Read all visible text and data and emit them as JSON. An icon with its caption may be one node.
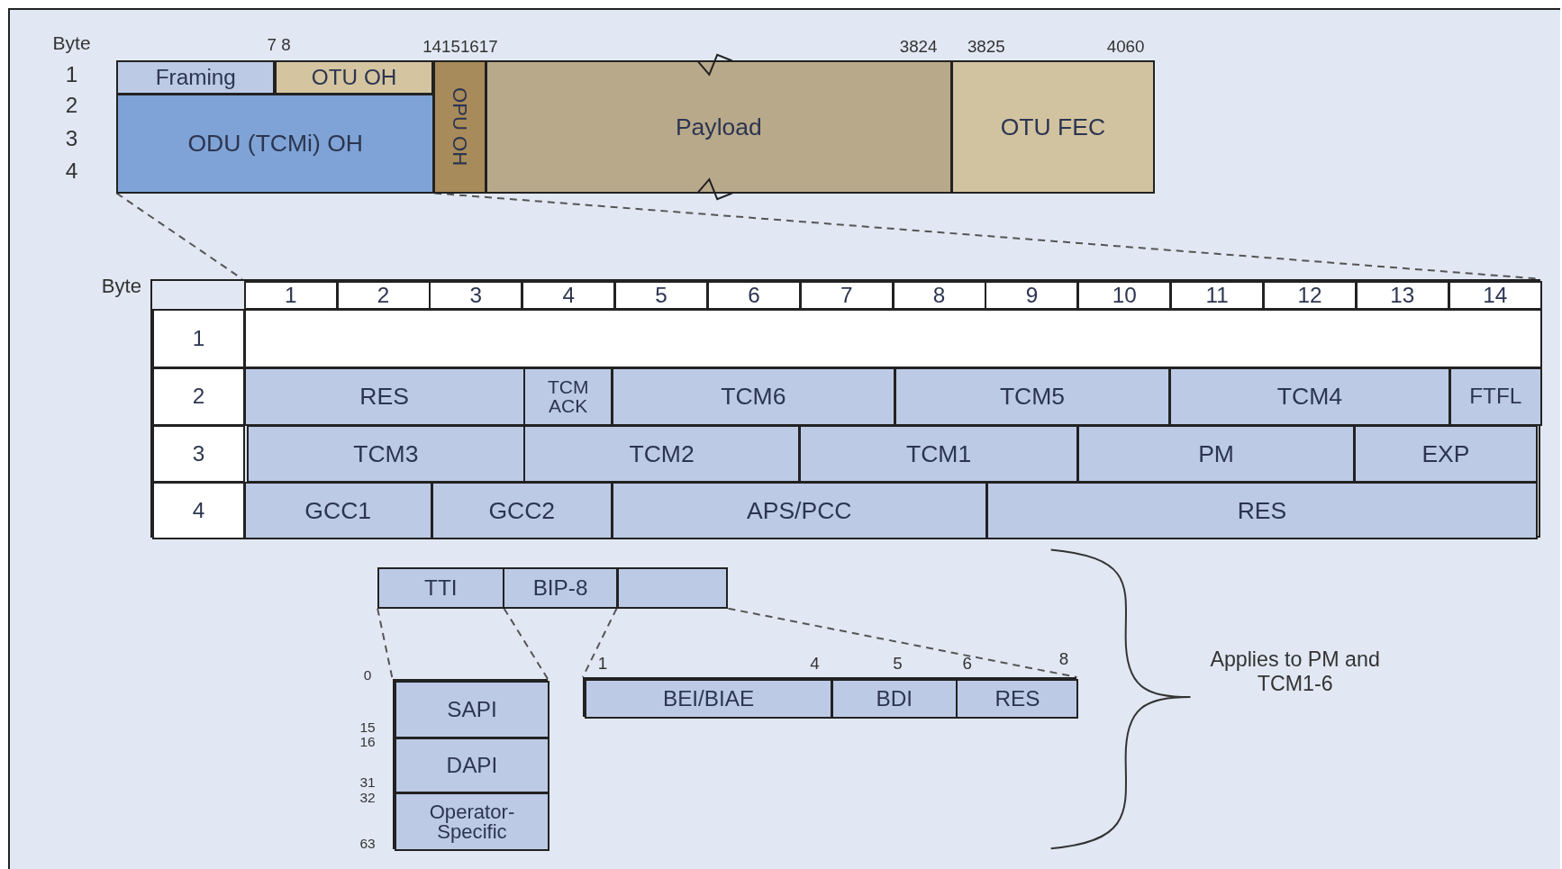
{
  "diagram": {
    "nodes": [
      {
        "text": [
          "Framing"
        ]
      },
      {
        "text": [
          "OTU OH"
        ]
      },
      {
        "text": [
          "ODU (TCMi) OH"
        ]
      },
      {
        "text": [
          "OPU OH"
        ]
      },
      {
        "text": [
          "Payload"
        ]
      },
      {
        "text": [
          "OTU FEC"
        ]
      },
      {
        "text": [],
        "shape": "box"
      },
      {
        "text": [
          "1"
        ],
        "in": 6
      },
      {
        "text": [
          "2"
        ],
        "in": 6
      },
      {
        "text": [
          "3"
        ],
        "in": 6
      },
      {
        "text": [
          "4"
        ],
        "in": 6
      },
      {
        "text": [
          "5"
        ],
        "in": 6
      },
      {
        "text": [
          "6"
        ],
        "in": 6
      },
      {
        "text": [
          "7"
        ],
        "in": 6
      },
      {
        "text": [
          "8"
        ],
        "in": 6
      },
      {
        "text": [
          "9"
        ],
        "in": 6
      },
      {
        "text": [
          "10"
        ],
        "in": 6
      },
      {
        "text": [
          "11"
        ],
        "in": 6
      },
      {
        "text": [
          "12"
        ],
        "in": 6
      },
      {
        "text": [
          "13"
        ],
        "in": 6
      },
      {
        "text": [
          "14"
        ],
        "in": 6
      },
      {
        "text": [
          "1"
        ],
        "in": 6
      },
      {
        "text": [],
        "shape": "box",
        "in": 6
      },
      {
        "text": [
          "2"
        ],
        "in": 6
      },
      {
        "text": [
          "RES"
        ],
        "in": 6
      },
      {
        "text": [
          "TCM ACK"
        ],
        "in": 6
      },
      {
        "text": [
          "TCM6"
        ],
        "in": 6
      },
      {
        "text": [
          "TCM5"
        ],
        "in": 6
      },
      {
        "text": [
          "TCM4"
        ],
        "in": 6
      },
      {
        "text": [
          "FTFL"
        ],
        "in": 6
      },
      {
        "text": [
          "3"
        ],
        "in": 6
      },
      {
        "text": [
          "TCM3"
        ],
        "in": 6
      },
      {
        "text": [
          "TCM2"
        ],
        "in": 6
      },
      {
        "text": [
          "TCM1"
        ],
        "in": 6
      },
      {
        "text": [
          "PM"
        ],
        "in": 6
      },
      {
        "text": [
          "EXP"
        ],
        "in": 6
      },
      {
        "text": [
          "4"
        ],
        "in": 6
      },
      {
        "text": [
          "GCC1"
        ],
        "in": 6
      },
      {
        "text": [
          "GCC2"
        ],
        "in": 6
      },
      {
        "text": [
          "APS/PCC"
        ],
        "in": 6
      },
      {
        "text": [
          "RES"
        ],
        "in": 6
      },
      {
        "text": [
          "TTI"
        ]
      },
      {
        "text": [
          "BIP-8"
        ]
      },
      {
        "text": [],
        "shape": "box"
      },
      {
        "text": [],
        "shape": "box"
      },
      {
        "text": [
          "SAPI"
        ],
        "in": 44
      },
      {
        "text": [
          "DAPI"
        ],
        "in": 44
      },
      {
        "text": [
          "Operator-Specific"
        ],
        "in": 44
      },
      {
        "text": [],
        "shape": "box"
      },
      {
        "text": [
          "BEI/BIAE"
        ],
        "in": 48
      },
      {
        "text": [
          "BDI"
        ],
        "in": 48
      },
      {
        "text": [
          "RES"
        ],
        "in": 48
      }
    ],
    "edges": [
      {
        "from": 2,
        "to": 6,
        "arrow": "none",
        "style": "dashed"
      },
      {
        "from": 2,
        "to": 6,
        "arrow": "none",
        "style": "dashed"
      },
      {
        "from": 41,
        "to": 44,
        "arrow": "none",
        "style": "dashed"
      },
      {
        "from": 41,
        "to": 44,
        "arrow": "none",
        "style": "dashed"
      },
      {
        "from": 43,
        "to": 48,
        "arrow": "none",
        "style": "dashed"
      },
      {
        "from": 43,
        "to": 48,
        "arrow": "none",
        "style": "dashed"
      }
    ],
    "labels": [
      "Byte",
      "7 8",
      "14151617",
      "3824",
      "3825",
      "4060",
      "1",
      "2",
      "3",
      "4",
      "Byte",
      "0",
      "15",
      "16",
      "31",
      "32",
      "63",
      "1",
      "4",
      "5",
      "6",
      "8",
      "Applies to PM and TCM1-6"
    ]
  }
}
